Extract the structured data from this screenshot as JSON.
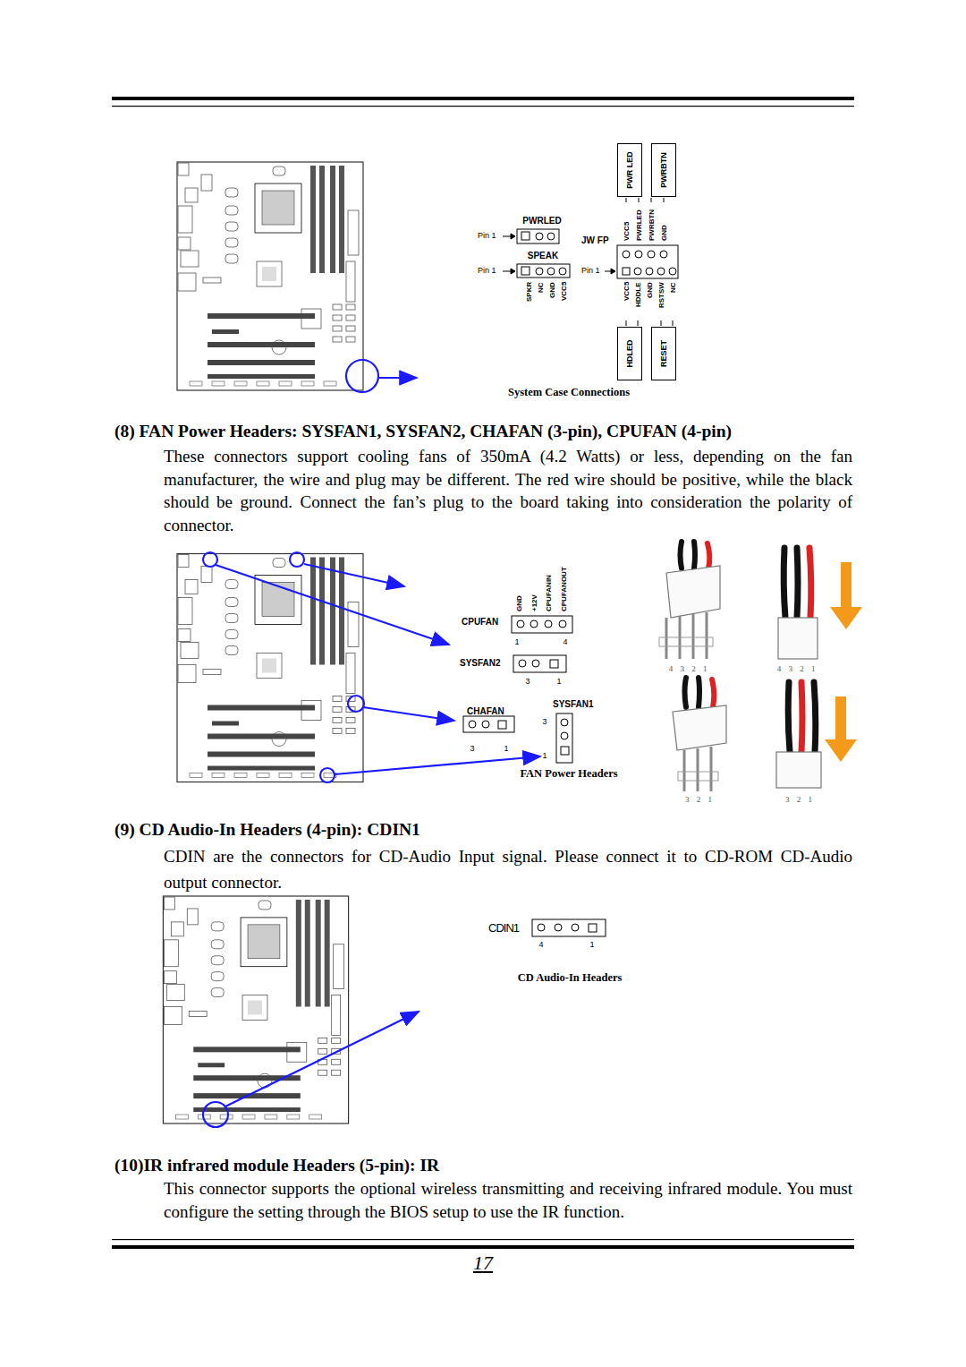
{
  "diagram": {
    "nodes": [
      {
        "text": [
          "PWR LED"
        ]
      },
      {
        "text": [
          "PWRBTN"
        ]
      },
      {
        "text": [
          "HDLED"
        ]
      },
      {
        "text": [
          "RESET"
        ]
      }
    ],
    "labels": [
      "PWRLED",
      "Pin 1",
      "JW FP",
      "SPEAK",
      "Pin 1",
      "Pin 1",
      "VCC5",
      "PWRLED",
      "PWRBTN",
      "GND",
      "SPKR",
      "NC",
      "GND",
      "VCC5",
      "VCC5",
      "HDDLE",
      "GND",
      "RSTSW",
      "NC",
      "System Case Connections",
      "(8) FAN Power Headers: SYSFAN1, SYSFAN2, CHAFAN (3-pin), CPUFAN (4-pin)",
      "These connectors support cooling fans of 350mA (4.2 Watts) or less, depending on the fan manufacturer, the wire and plug may be different. The red wire should be positive, while the black should be ground. Connect the fan’s plug to the board taking into consideration the polarity of connector.",
      "GND",
      "+12V",
      "CPUFANIN",
      "CPUFANOUT",
      "CPUFAN",
      "1",
      "4",
      "SYSFAN2",
      "3",
      "1",
      "CHAFAN",
      "SYSFAN1",
      "3",
      "3",
      "1",
      "1",
      "FAN Power Headers",
      "4 3 2 1",
      "4 3 2 1",
      "3 2 1",
      "3 2 1",
      "(9) CD Audio-In Headers (4-pin): CDIN1",
      "CDIN are the connectors for CD-Audio Input signal. Please connect it to CD-ROM CD-Audio output connector.",
      "CDIN1",
      "4",
      "1",
      "CD Audio-In Headers",
      "(10)IR infrared module Headers (5-pin): IR",
      "This connector supports the optional wireless transmitting and receiving infrared module. You must configure the setting through the BIOS setup to use the IR function.",
      "17"
    ]
  }
}
